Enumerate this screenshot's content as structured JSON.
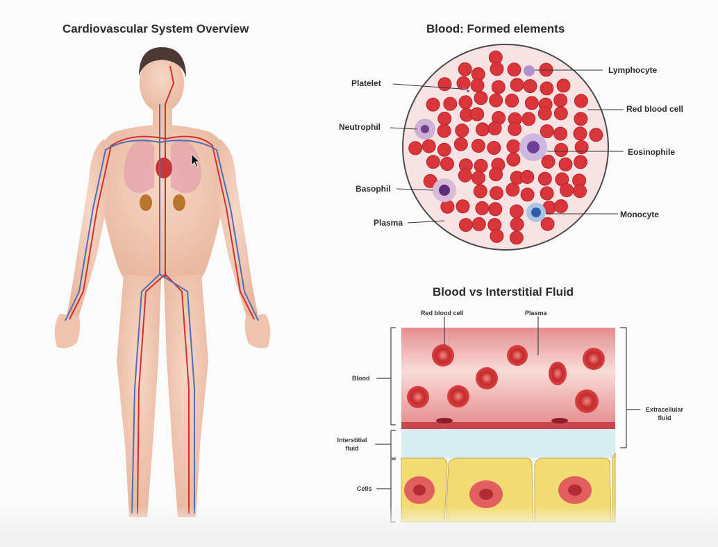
{
  "left_panel": {
    "title": "Cardiovascular System Overview"
  },
  "formed_elements": {
    "title": "Blood: Formed elements",
    "labels": {
      "platelet": "Platelet",
      "neutrophil": "Neutrophil",
      "basophil": "Basophil",
      "plasma": "Plasma",
      "lymphocyte": "Lymphocyte",
      "red_blood_cell": "Red blood cell",
      "eosinophile": "Eosinophile",
      "monocyte": "Monocyte"
    }
  },
  "fluid_diagram": {
    "title": "Blood vs Interstitial Fluid",
    "labels": {
      "red_blood_cell": "Red blood cell",
      "plasma": "Plasma",
      "blood": "Blood",
      "interstitial_fluid": "Interstitial fluid",
      "cells": "Cells",
      "extracellular_fluid": "Extracellular fluid"
    }
  },
  "colors": {
    "rbc": "#d8363a",
    "artery": "#d2302f",
    "vein": "#4c6fb8",
    "skin": "#f1cbb6",
    "interstitial": "#d9eef3",
    "cell_yellow": "#f3dc73"
  }
}
